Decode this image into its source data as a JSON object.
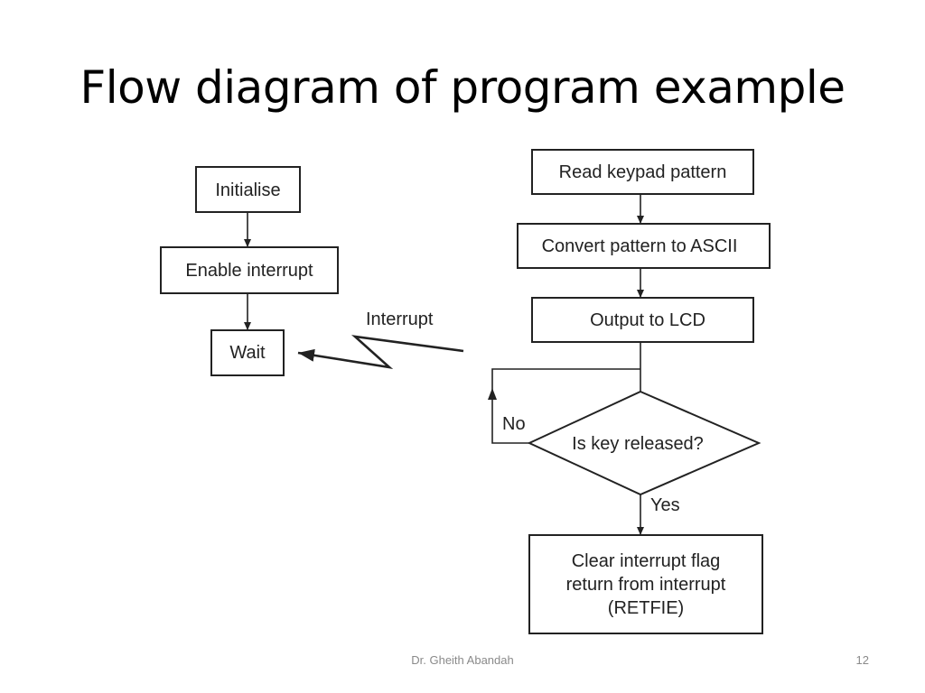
{
  "slide": {
    "title": "Flow diagram of program example",
    "footer_author": "Dr. Gheith Abandah",
    "page_number": "12"
  },
  "diagram": {
    "main_flow": {
      "initialise": "Initialise",
      "enable_interrupt": "Enable interrupt",
      "wait": "Wait"
    },
    "interrupt_label": "Interrupt",
    "isr_flow": {
      "read_keypad": "Read keypad pattern",
      "convert_ascii": "Convert pattern to ASCII",
      "output_lcd": "Output to LCD",
      "decision": "Is key released?",
      "no_label": "No",
      "yes_label": "Yes",
      "final_lines": [
        "Clear interrupt flag",
        "return from interrupt",
        "(RETFIE)"
      ]
    }
  }
}
